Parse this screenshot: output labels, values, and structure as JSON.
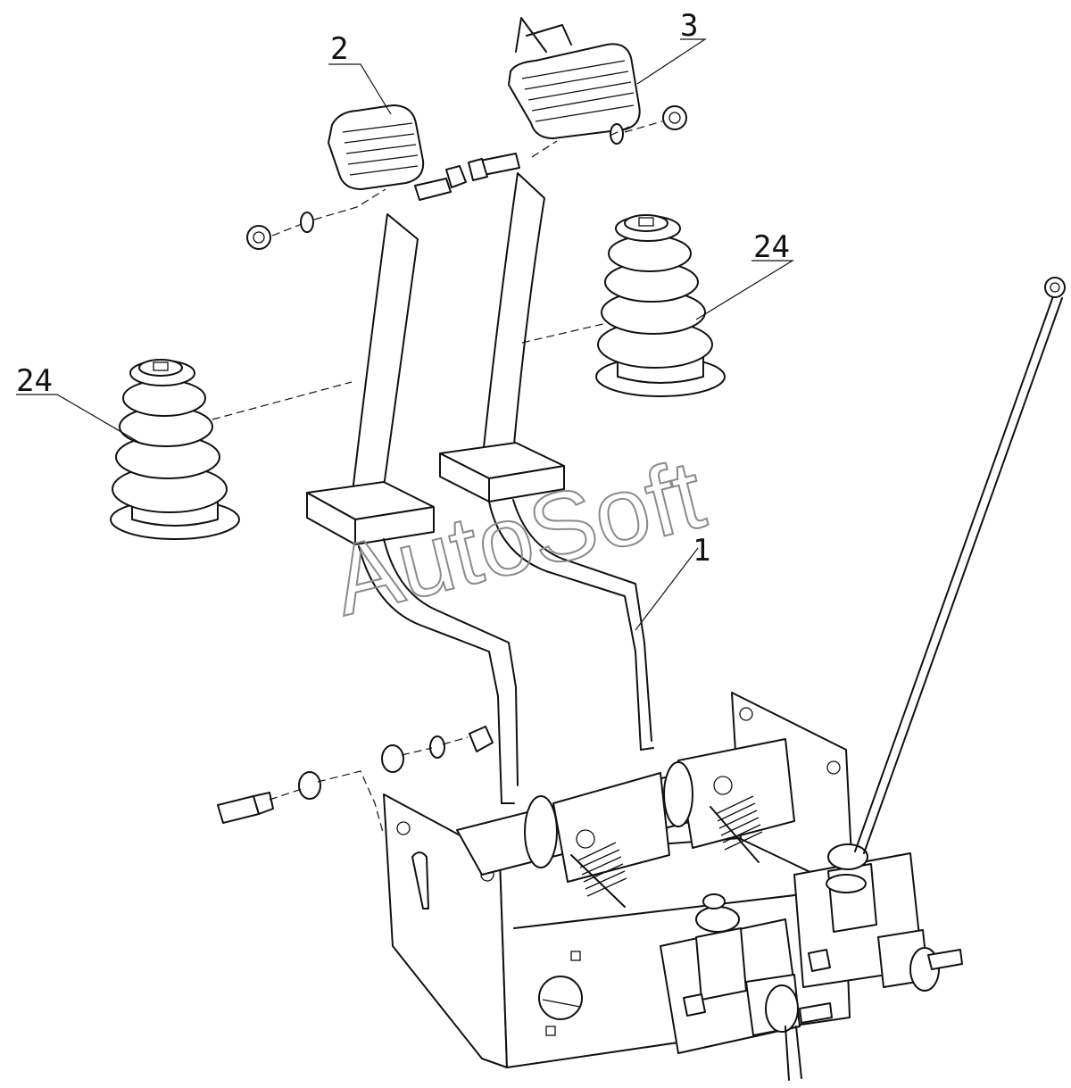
{
  "labels": {
    "part_1": "1",
    "part_2": "2",
    "part_3": "3",
    "part_24_left": "24",
    "part_24_right": "24"
  },
  "watermark": {
    "text": "AutoSoft",
    "color": "#8a8a8a"
  }
}
